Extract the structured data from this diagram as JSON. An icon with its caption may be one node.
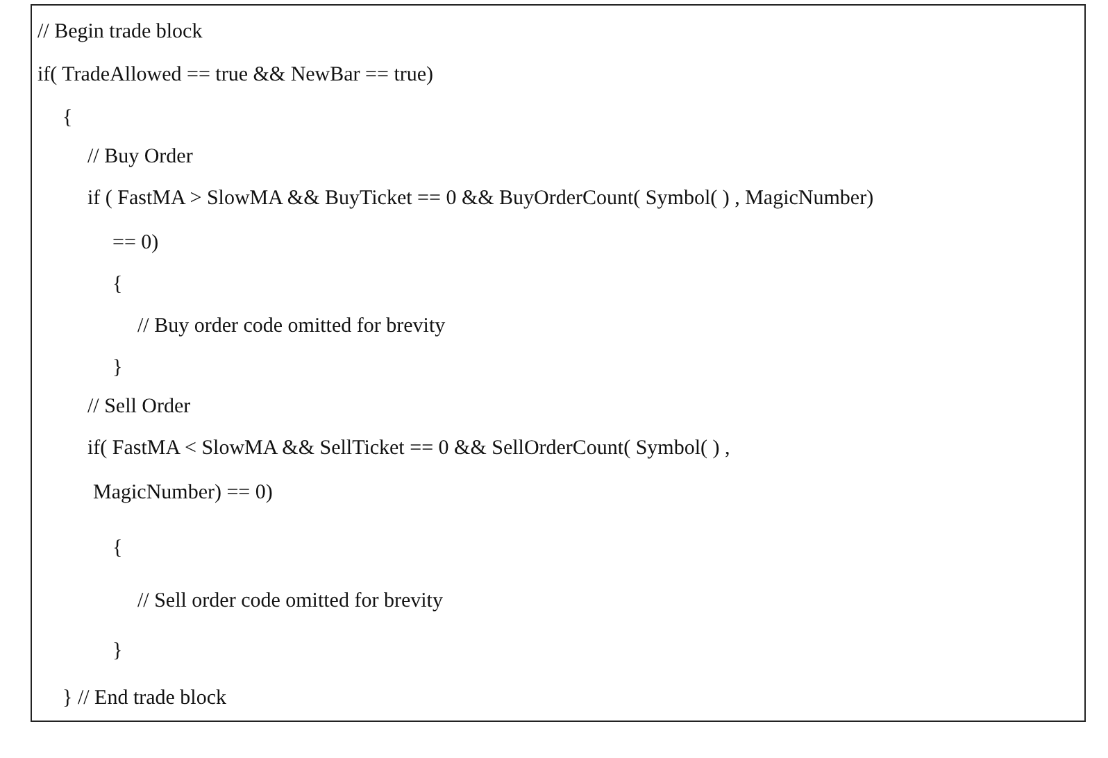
{
  "diagram": {
    "labels": [
      "// Begin trade block",
      "if( TradeAllowed == true && NewBar == true)",
      "{",
      "// Buy Order",
      "if ( FastMA > SlowMA && BuyTicket == 0 && BuyOrderCount( Symbol( ) , MagicNumber)",
      "== 0)",
      "{",
      "// Buy order code omitted for brevity",
      "}",
      "// Sell Order",
      "if( FastMA < SlowMA && SellTicket == 0 && SellOrderCount( Symbol( ) ,",
      "MagicNumber) == 0)",
      "{",
      "// Sell order code omitted for brevity",
      "}",
      "} // End trade block"
    ]
  }
}
